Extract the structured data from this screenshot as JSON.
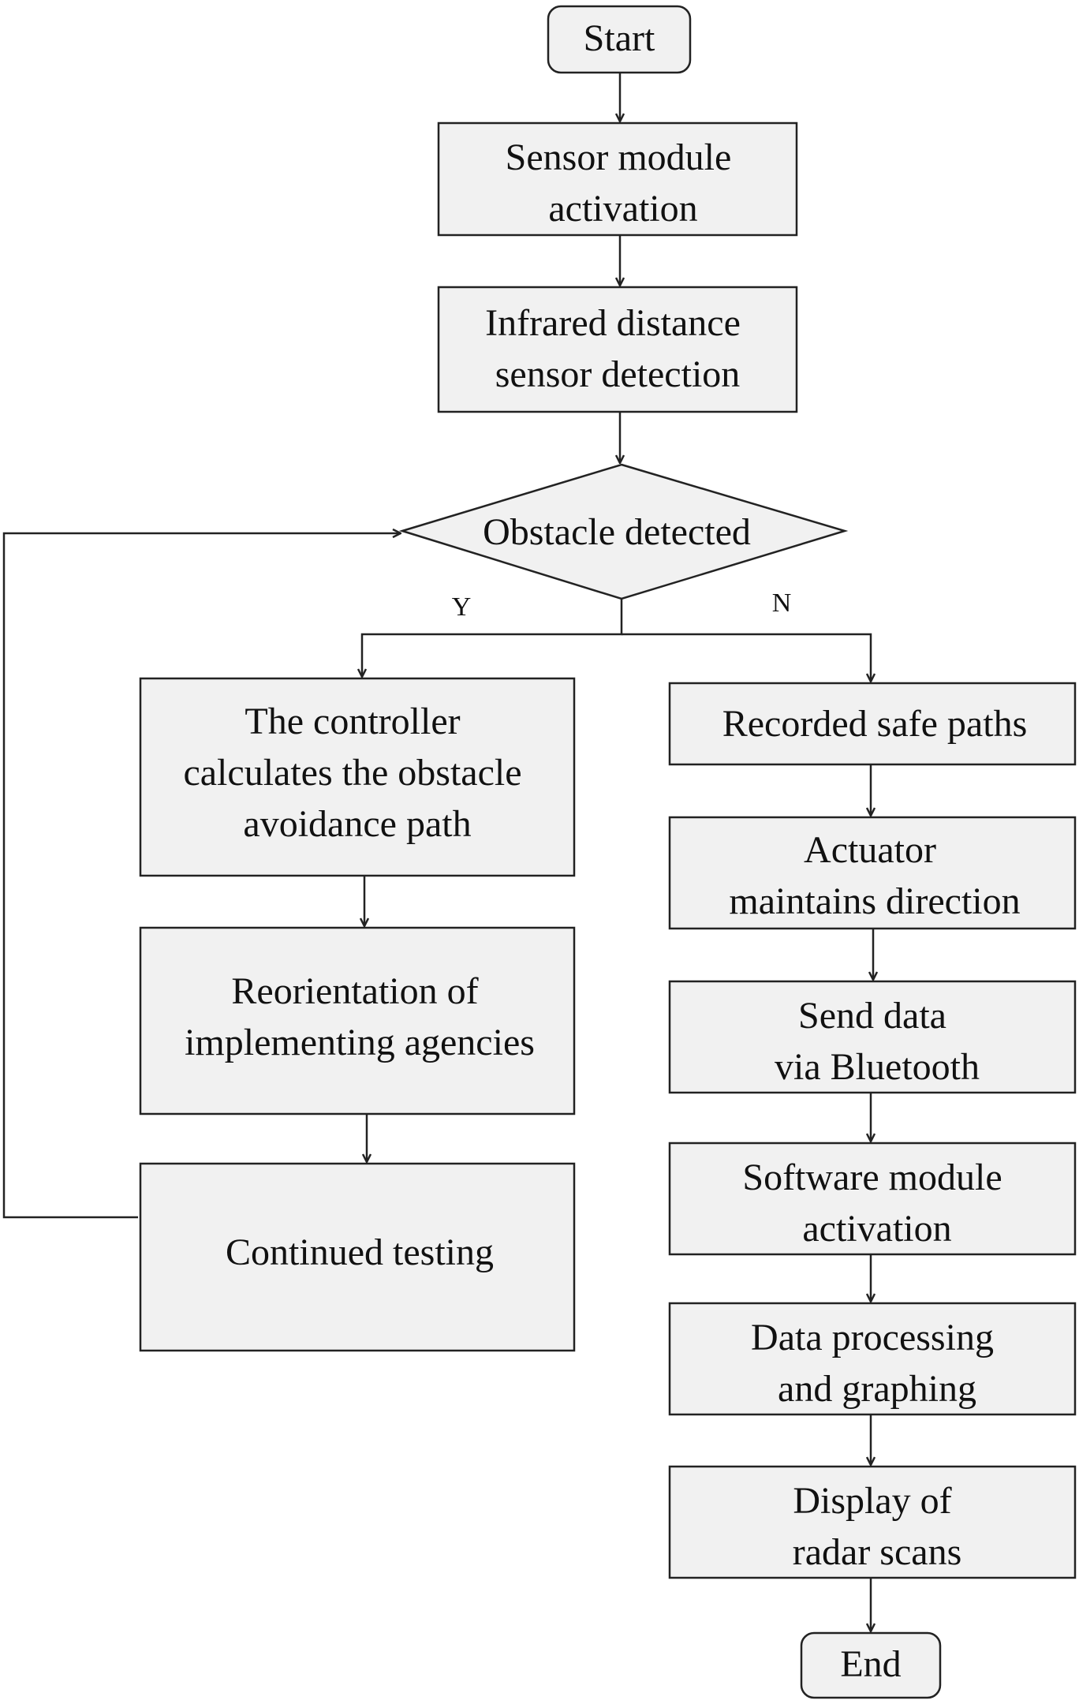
{
  "flowchart": {
    "start": "Start",
    "end": "End",
    "steps": {
      "sensor_activation": [
        "Sensor module",
        "activation"
      ],
      "ir_detection": [
        "Infrared distance",
        "sensor detection"
      ],
      "decision": "Obstacle detected",
      "controller_path": [
        "The controller",
        "calculates the obstacle",
        "avoidance path"
      ],
      "reorientation": [
        "Reorientation of",
        "implementing agencies"
      ],
      "continued_testing": "Continued testing",
      "recorded_paths": "Recorded safe paths",
      "actuator": [
        "Actuator",
        "maintains direction"
      ],
      "send_bluetooth": [
        "Send data",
        "via Bluetooth"
      ],
      "software_activation": [
        "Software module",
        "activation"
      ],
      "data_processing": [
        "Data processing",
        "and graphing"
      ],
      "radar_display": [
        "Display of",
        "radar scans"
      ]
    },
    "branch_labels": {
      "yes": "Y",
      "no": "N"
    }
  }
}
